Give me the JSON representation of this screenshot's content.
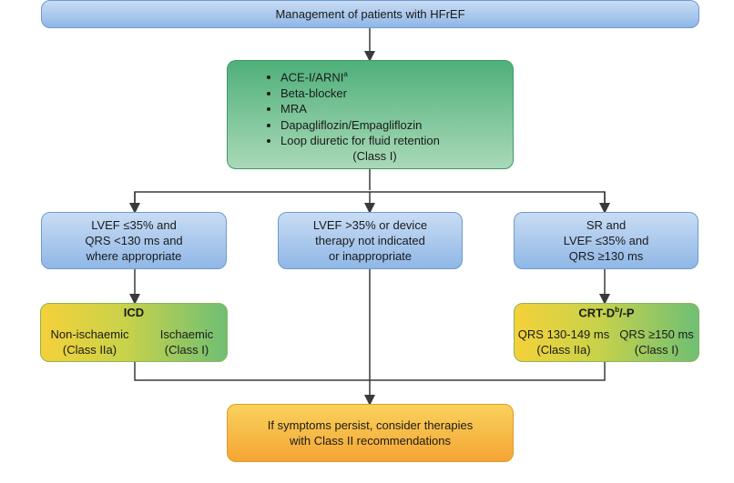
{
  "top_box": "Management of patients with HFrEF",
  "therapy_box": {
    "items": [
      "ACE-I/ARNI",
      "Beta-blocker",
      "MRA",
      "Dapagliflozin/Empagliflozin",
      "Loop diuretic for fluid retention"
    ],
    "superscript_a": "a",
    "class_label": "(Class I)"
  },
  "left_box": {
    "lines": [
      "LVEF ≤35% and",
      "QRS <130 ms and",
      "where appropriate"
    ]
  },
  "middle_box": {
    "lines": [
      "LVEF >35% or device",
      "therapy not indicated",
      "or inappropriate"
    ]
  },
  "right_box": {
    "lines": [
      "SR and",
      "LVEF ≤35% and",
      "QRS ≥130 ms"
    ]
  },
  "icd_box": {
    "title": "ICD",
    "left": {
      "line1": "Non-ischaemic",
      "line2": "(Class IIa)"
    },
    "right": {
      "line1": "Ischaemic",
      "line2": "(Class I)"
    }
  },
  "crt_box": {
    "title_prefix": "CRT-D",
    "title_sup": "b",
    "title_suffix": "/-P",
    "left": {
      "line1": "QRS 130-149 ms",
      "line2": "(Class IIa)"
    },
    "right": {
      "line1": "QRS ≥150 ms",
      "line2": "(Class I)"
    }
  },
  "final_box": {
    "lines": [
      "If symptoms persist, consider therapies",
      "with Class II recommendations"
    ]
  },
  "colors": {
    "blue": "#8fb7e6",
    "green": "#4fb07a",
    "orange": "#f5a534",
    "yellow": "#f4d13a"
  }
}
